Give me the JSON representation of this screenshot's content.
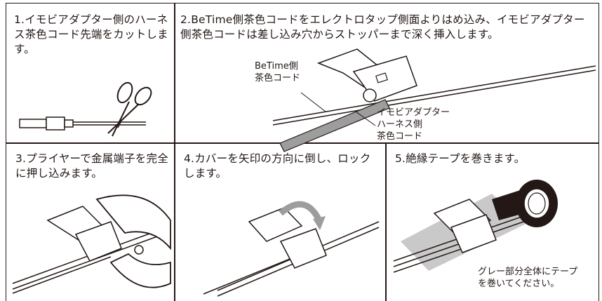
{
  "steps": [
    {
      "text": "1.イモビアダプター側のハーネス茶色コード先端をカットします。"
    },
    {
      "text": "2.BeTime側茶色コードをエレクトロタップ側面よりはめ込み、イモビアダプター側茶色コードは差し込み穴からストッパーまで深く挿入します。"
    },
    {
      "text": "3.プライヤーで金属端子を完全に押し込みます。"
    },
    {
      "text": "4.カバーを矢印の方向に倒し、ロックします。"
    },
    {
      "text": "5.絶縁テープを巻きます。"
    }
  ],
  "labels": {
    "betime_line1": "BeTime側",
    "betime_line2": "茶色コード",
    "immo_line1": "イモビアダプター",
    "immo_line2": "ハーネス側",
    "immo_line3": "茶色コード",
    "tape_note_line1": "グレー部分全体にテープ",
    "tape_note_line2": "を巻いてください。"
  },
  "colors": {
    "line": "#231815",
    "gray": "#9d9d9d",
    "light_gray": "#c9c9c9"
  }
}
